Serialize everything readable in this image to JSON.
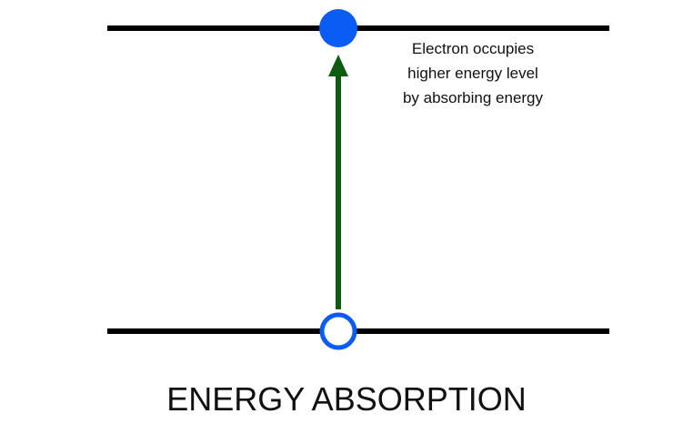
{
  "annotation": {
    "lines": [
      "Electron occupies",
      "higher energy level",
      "by absorbing energy"
    ]
  },
  "caption": "ENERGY ABSORPTION",
  "colors": {
    "level_line": "#000000",
    "electron": "#0a5cf5",
    "arrow": "#0e5c12",
    "text": "#111111",
    "background": "#ffffff"
  }
}
